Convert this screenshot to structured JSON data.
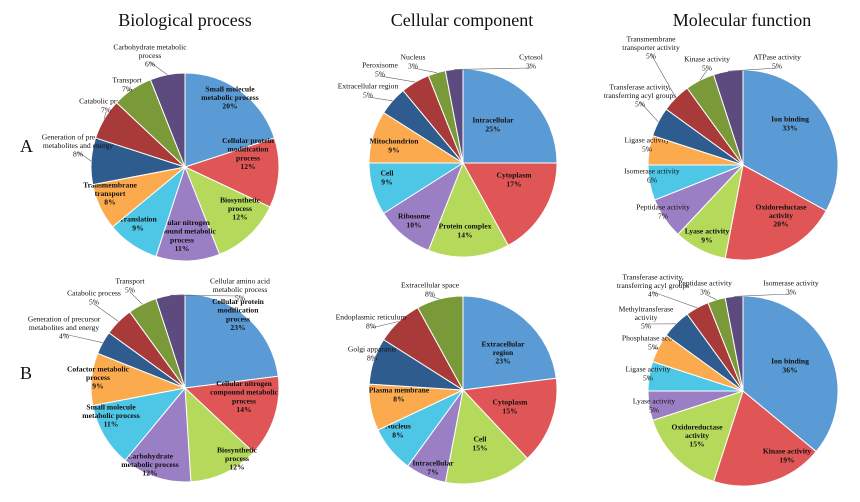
{
  "column_titles": [
    "Biological process",
    "Cellular component",
    "Molecular function"
  ],
  "row_labels": [
    "A",
    "B"
  ],
  "chart_data": [
    {
      "type": "pie",
      "panel": "A-biological-process",
      "slices": [
        {
          "name": "Small molecule metabolic process",
          "value": 20,
          "label": "20%",
          "color": "#5b9bd5"
        },
        {
          "name": "Cellular protein modification process",
          "value": 12,
          "label": "12%",
          "color": "#e05555"
        },
        {
          "name": "Biosynthetic process",
          "value": 12,
          "label": "12%",
          "color": "#b5d95a"
        },
        {
          "name": "Cellular nitrogen compound metabolic process",
          "value": 11,
          "label": "11%",
          "color": "#9b7fc4"
        },
        {
          "name": "Translation",
          "value": 9,
          "label": "9%",
          "color": "#4ec6e6"
        },
        {
          "name": "Transmembrane transport",
          "value": 8,
          "label": "8%",
          "color": "#fcaa4e"
        },
        {
          "name": "Generation of precursor metabolites and energy",
          "value": 8,
          "label": "8%",
          "color": "#2e5c8e"
        },
        {
          "name": "Catabolic process",
          "value": 7,
          "label": "7%",
          "color": "#a83a3a"
        },
        {
          "name": "Transport",
          "value": 7,
          "label": "7%",
          "color": "#7a9a3a"
        },
        {
          "name": "Carbohydrate metabolic process",
          "value": 6,
          "label": "6%",
          "color": "#5d4a7e"
        }
      ]
    },
    {
      "type": "pie",
      "panel": "A-cellular-component",
      "slices": [
        {
          "name": "Intracellular",
          "value": 25,
          "label": "25%",
          "color": "#5b9bd5"
        },
        {
          "name": "Cytoplasm",
          "value": 17,
          "label": "17%",
          "color": "#e05555"
        },
        {
          "name": "Protein complex",
          "value": 14,
          "label": "14%",
          "color": "#b5d95a"
        },
        {
          "name": "Ribosome",
          "value": 10,
          "label": "10%",
          "color": "#9b7fc4"
        },
        {
          "name": "Cell",
          "value": 9,
          "label": "9%",
          "color": "#4ec6e6"
        },
        {
          "name": "Mitochondrion",
          "value": 9,
          "label": "9%",
          "color": "#fcaa4e"
        },
        {
          "name": "Extracellular region",
          "value": 5,
          "label": "5%",
          "color": "#2e5c8e"
        },
        {
          "name": "Peroxisome",
          "value": 5,
          "label": "5%",
          "color": "#a83a3a"
        },
        {
          "name": "Nucleus",
          "value": 3,
          "label": "3%",
          "color": "#7a9a3a"
        },
        {
          "name": "Cytosol",
          "value": 3,
          "label": "3%",
          "color": "#5d4a7e"
        }
      ]
    },
    {
      "type": "pie",
      "panel": "A-molecular-function",
      "slices": [
        {
          "name": "Ion binding",
          "value": 33,
          "label": "33%",
          "color": "#5b9bd5"
        },
        {
          "name": "Oxidoreductase activity",
          "value": 20,
          "label": "20%",
          "color": "#e05555"
        },
        {
          "name": "Lyase activity",
          "value": 9,
          "label": "9%",
          "color": "#b5d95a"
        },
        {
          "name": "Peptidase activity",
          "value": 7,
          "label": "7%",
          "color": "#9b7fc4"
        },
        {
          "name": "Isomerase activity",
          "value": 6,
          "label": "6%",
          "color": "#4ec6e6"
        },
        {
          "name": "Ligase activity",
          "value": 5,
          "label": "5%",
          "color": "#fcaa4e"
        },
        {
          "name": "Transferase activity, transferring acyl groups",
          "value": 5,
          "label": "5%",
          "color": "#2e5c8e"
        },
        {
          "name": "Transmembrane transporter activity",
          "value": 5,
          "label": "5%",
          "color": "#a83a3a"
        },
        {
          "name": "Kinase activity",
          "value": 5,
          "label": "5%",
          "color": "#7a9a3a"
        },
        {
          "name": "ATPase activity",
          "value": 5,
          "label": "5%",
          "color": "#5d4a7e"
        }
      ]
    },
    {
      "type": "pie",
      "panel": "B-biological-process",
      "slices": [
        {
          "name": "Cellular protein modification process",
          "value": 23,
          "label": "23%",
          "color": "#5b9bd5"
        },
        {
          "name": "Cellular nitrogen compound metabolic process",
          "value": 14,
          "label": "14%",
          "color": "#e05555"
        },
        {
          "name": "Biosynthetic process",
          "value": 12,
          "label": "12%",
          "color": "#b5d95a"
        },
        {
          "name": "Carbohydrate metabolic process",
          "value": 12,
          "label": "12%",
          "color": "#9b7fc4"
        },
        {
          "name": "Small molecule metabolic process",
          "value": 11,
          "label": "11%",
          "color": "#4ec6e6"
        },
        {
          "name": "Cofactor metabolic process",
          "value": 9,
          "label": "9%",
          "color": "#fcaa4e"
        },
        {
          "name": "Generation of precursor metabolites and energy",
          "value": 4,
          "label": "4%",
          "color": "#2e5c8e"
        },
        {
          "name": "Catabolic process",
          "value": 5,
          "label": "5%",
          "color": "#a83a3a"
        },
        {
          "name": "Transport",
          "value": 5,
          "label": "5%",
          "color": "#7a9a3a"
        },
        {
          "name": "Cellular amino acid metabolic process",
          "value": 5,
          "label": "5%",
          "color": "#5d4a7e"
        }
      ]
    },
    {
      "type": "pie",
      "panel": "B-cellular-component",
      "slices": [
        {
          "name": "Extracellular region",
          "value": 23,
          "label": "23%",
          "color": "#5b9bd5"
        },
        {
          "name": "Cytoplasm",
          "value": 15,
          "label": "15%",
          "color": "#e05555"
        },
        {
          "name": "Cell",
          "value": 15,
          "label": "15%",
          "color": "#b5d95a"
        },
        {
          "name": "Intracellular",
          "value": 7,
          "label": "7%",
          "color": "#9b7fc4"
        },
        {
          "name": "Nucleus",
          "value": 8,
          "label": "8%",
          "color": "#4ec6e6"
        },
        {
          "name": "Plasma membrane",
          "value": 8,
          "label": "8%",
          "color": "#fcaa4e"
        },
        {
          "name": "Golgi apparatus",
          "value": 8,
          "label": "8%",
          "color": "#2e5c8e"
        },
        {
          "name": "Endoplasmic reticulum",
          "value": 8,
          "label": "8%",
          "color": "#a83a3a"
        },
        {
          "name": "Extracellular space",
          "value": 8,
          "label": "8%",
          "color": "#7a9a3a"
        }
      ]
    },
    {
      "type": "pie",
      "panel": "B-molecular-function",
      "slices": [
        {
          "name": "Ion binding",
          "value": 36,
          "label": "36%",
          "color": "#5b9bd5"
        },
        {
          "name": "Kinase activity",
          "value": 19,
          "label": "19%",
          "color": "#e05555"
        },
        {
          "name": "Oxidoreductase activity",
          "value": 15,
          "label": "15%",
          "color": "#b5d95a"
        },
        {
          "name": "Lyase activity",
          "value": 5,
          "label": "5%",
          "color": "#9b7fc4"
        },
        {
          "name": "Ligase activity",
          "value": 5,
          "label": "5%",
          "color": "#4ec6e6"
        },
        {
          "name": "Phosphatase activity",
          "value": 5,
          "label": "5%",
          "color": "#fcaa4e"
        },
        {
          "name": "Methyltransferase activity",
          "value": 5,
          "label": "5%",
          "color": "#2e5c8e"
        },
        {
          "name": "Transferase activity, transferring acyl groups",
          "value": 4,
          "label": "4%",
          "color": "#a83a3a"
        },
        {
          "name": "Peptidase activity",
          "value": 3,
          "label": "3%",
          "color": "#7a9a3a"
        },
        {
          "name": "Isomerase activity",
          "value": 3,
          "label": "3%",
          "color": "#5d4a7e"
        }
      ]
    }
  ]
}
